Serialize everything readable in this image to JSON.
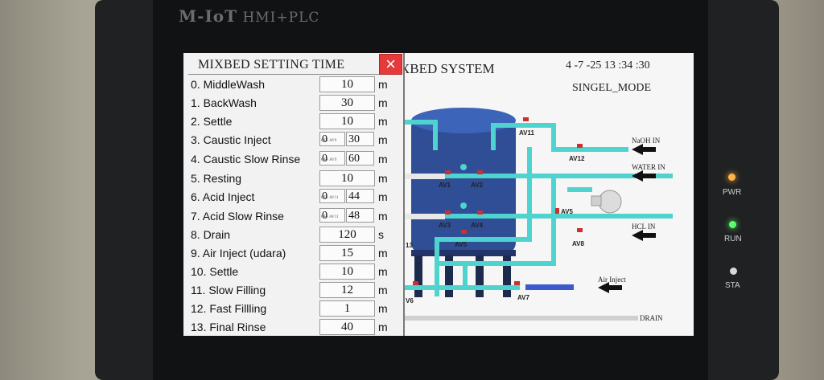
{
  "device": {
    "brand_prefix": "M-IoT",
    "brand_suffix": "HMI+PLC"
  },
  "panel": {
    "title": "MIXBED SETTING TIME",
    "close_label": "×",
    "rows": [
      {
        "label": "0. MiddleWash",
        "value": "10",
        "unit": "m"
      },
      {
        "label": "1. BackWash",
        "value": "30",
        "unit": "m"
      },
      {
        "label": "2. Settle",
        "value": "10",
        "unit": "m"
      },
      {
        "label": "3. Caustic Inject",
        "value_a": "0",
        "value_b": "30",
        "sub": "OFF AV9",
        "unit": "m"
      },
      {
        "label": "4. Caustic Slow Rinse",
        "value_a": "0",
        "value_b": "60",
        "sub": "OFF AV9",
        "unit": "m"
      },
      {
        "label": "5. Resting",
        "value": "10",
        "unit": "m"
      },
      {
        "label": "6. Acid Inject",
        "value_a": "0",
        "value_b": "44",
        "sub": "OFF AV11",
        "unit": "m"
      },
      {
        "label": "7. Acid Slow Rinse",
        "value_a": "0",
        "value_b": "48",
        "sub": "OFF AV11",
        "unit": "m"
      },
      {
        "label": "8. Drain",
        "value": "120",
        "unit": "s"
      },
      {
        "label": "9. Air Inject (udara)",
        "value": "15",
        "unit": "m"
      },
      {
        "label": "10. Settle",
        "value": "10",
        "unit": "m"
      },
      {
        "label": "11. Slow Filling",
        "value": "12",
        "unit": "m"
      },
      {
        "label": "12. Fast Fillling",
        "value": "1",
        "unit": "m"
      },
      {
        "label": "13. Final Rinse",
        "value": "40",
        "unit": "m"
      }
    ]
  },
  "scada": {
    "title": "XBED SYSTEM",
    "clock": "4  -7  -25  13 :34 :30",
    "mode": "SINGEL_MODE",
    "valves": {
      "av1": "AV1",
      "av2": "AV2",
      "av3": "AV3",
      "av4": "AV4",
      "av5": "AV5",
      "av6": "V6",
      "av7": "AV7",
      "av8": "AV8",
      "av5b": "AV5",
      "av11": "AV11",
      "av12": "AV12",
      "v13": "13"
    },
    "inlets": {
      "naoh": "NaOH IN",
      "water": "WATER IN",
      "hcl": "HCL IN",
      "air": "Air Inject",
      "drain": "DRAIN"
    },
    "colors": {
      "pipe": "#4fd3cf",
      "tank": "#2f4e95",
      "valve": "#c93030",
      "air_pipe": "#3b5bcc"
    }
  },
  "status_leds": [
    {
      "label": "PWR",
      "color": "#ffb347"
    },
    {
      "label": "RUN",
      "color": "#5cff6a"
    },
    {
      "label": "STA",
      "color": "#d8d8d8"
    }
  ]
}
